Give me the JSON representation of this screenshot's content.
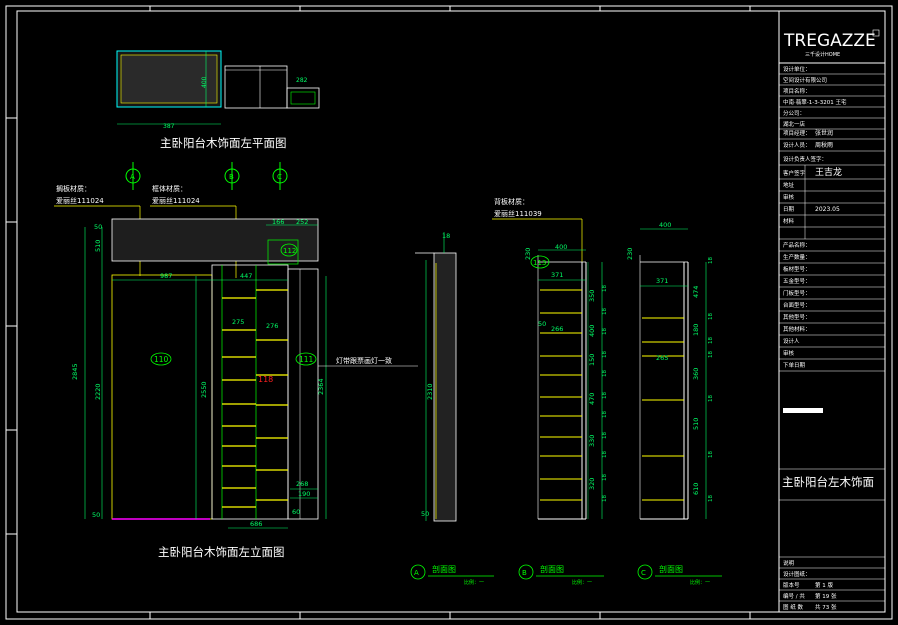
{
  "titles": {
    "plan": "主卧阳台木饰面左平面图",
    "elevation": "主卧阳台木饰面左立面图",
    "side": "主卧阳台左木饰面"
  },
  "logo": {
    "main": "TREGAZZE",
    "sub": "三千设计HOME"
  },
  "notes": {
    "shelf_material_label": "搁板材质：",
    "shelf_material_value": "爱丽丝111024",
    "frame_material_label": "框体材质：",
    "frame_material_value": "爱丽丝111024",
    "back_material_label": "背板材质：",
    "back_material_value": "爱丽丝111039",
    "light": "灯带跟票画灯一致"
  },
  "markers": {
    "m110": "110",
    "m111": "111",
    "m112": "112",
    "m113": "113",
    "m118": "118"
  },
  "sections": [
    {
      "letter": "A",
      "label": "剖面图",
      "scale": "比例：一"
    },
    {
      "letter": "B",
      "label": "剖面图",
      "scale": "比例：一"
    },
    {
      "letter": "C",
      "label": "剖面图",
      "scale": "比例：一"
    }
  ],
  "dims": {
    "plan_w": "387",
    "plan_h": "400",
    "plan_r": "282",
    "top_a": "166",
    "top_b": "252",
    "left_top": "510",
    "left_mid": "2220",
    "left_all": "2845",
    "bot": "50",
    "mid_h": "2550",
    "w987": "987",
    "w447": "447",
    "w275": "275",
    "w276": "276",
    "r2364": "2364",
    "b268": "268",
    "b190": "190",
    "b686": "686",
    "b60": "60",
    "cut_h": "2310",
    "cut_t": "18",
    "s400": "400",
    "s371": "371",
    "s266": "266",
    "s18": "18",
    "s230": "230",
    "s350": "350",
    "s400b": "400",
    "s150": "150",
    "s470": "470",
    "s330": "330",
    "s320": "320",
    "c400": "400",
    "c371": "371",
    "c265": "265",
    "c474": "474",
    "c180": "180",
    "c360": "360",
    "c510": "510",
    "c610": "610"
  },
  "table": {
    "company_rows": [
      "设计单位：",
      "空间设计有限公司",
      "项目名称：",
      "中南·翡翠-1-3-3201 王宅",
      "分公司：",
      "湖北一店"
    ],
    "rows": [
      {
        "k": "项目经理：",
        "v": "张世润"
      },
      {
        "k": "设计人员：",
        "v": "周秋雨"
      },
      {
        "k": "设计负责人签字：",
        "v": ""
      },
      {
        "k": "客户签字",
        "v": "王吉龙"
      },
      {
        "k": "地址",
        "v": ""
      },
      {
        "k": "审核",
        "v": ""
      },
      {
        "k": "日期",
        "v": "2023.05"
      },
      {
        "k": "材料",
        "v": ""
      },
      {
        "k": "",
        "v": ""
      },
      {
        "k": "产品名称：",
        "v": ""
      },
      {
        "k": "生产数量：",
        "v": ""
      },
      {
        "k": "板材型号：",
        "v": ""
      },
      {
        "k": "五金型号：",
        "v": ""
      },
      {
        "k": "门板型号：",
        "v": ""
      },
      {
        "k": "台面型号：",
        "v": ""
      },
      {
        "k": "其他型号：",
        "v": ""
      },
      {
        "k": "其他材料：",
        "v": ""
      },
      {
        "k": "设计人",
        "v": ""
      },
      {
        "k": "审核",
        "v": ""
      },
      {
        "k": "下单日期",
        "v": ""
      }
    ],
    "bottom": [
      {
        "k": "说明",
        "v": ""
      },
      {
        "k": "设计图纸：",
        "v": ""
      },
      {
        "k": "版本号",
        "v": "第 1 版"
      },
      {
        "k": "编号 / 共",
        "v": "第 19 张"
      },
      {
        "k": "图 纸 数",
        "v": "共 73 张"
      }
    ]
  },
  "colors": {
    "bg": "#000000",
    "line": "#ffffff",
    "green": "#00ff00",
    "yellow": "#ffff00",
    "cyan": "#00ffff",
    "magenta": "#ff00ff",
    "red": "#ff0000",
    "dim": "#00ff66"
  }
}
